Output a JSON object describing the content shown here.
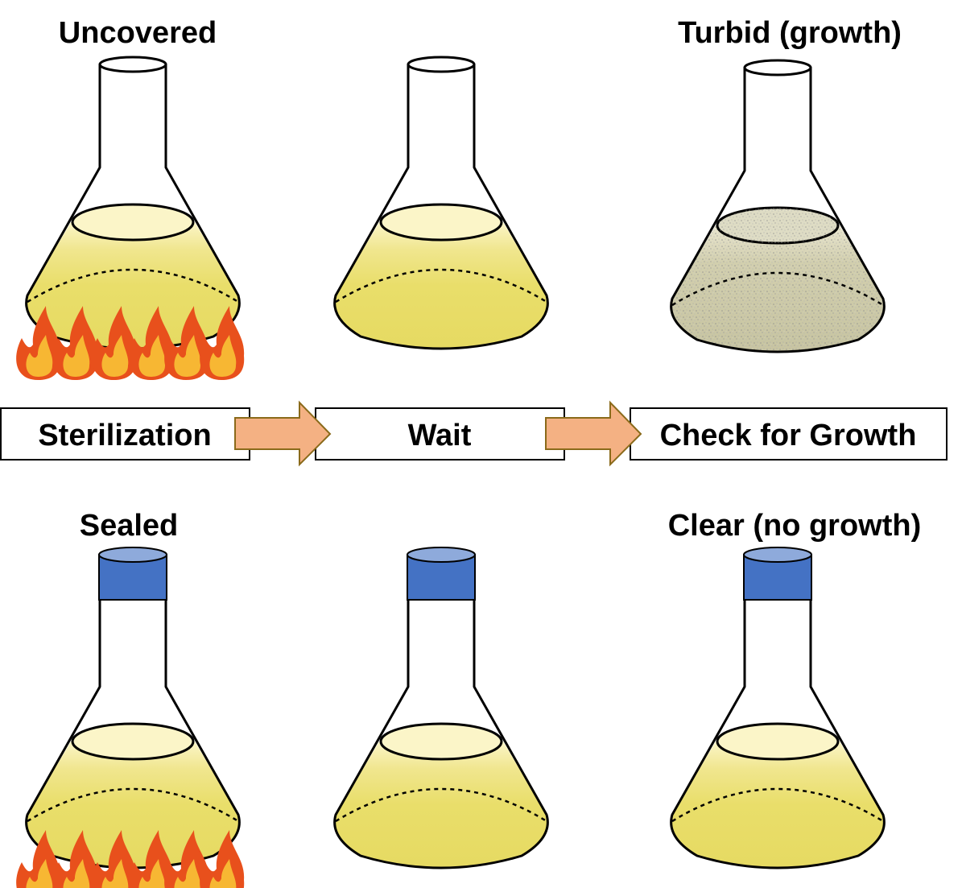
{
  "labels": {
    "top_left": "Uncovered",
    "top_right": "Turbid (growth)",
    "bottom_left": "Sealed",
    "bottom_right": "Clear (no growth)"
  },
  "steps": [
    {
      "label": "Sterilization"
    },
    {
      "label": "Wait"
    },
    {
      "label": "Check for Growth"
    }
  ],
  "colors": {
    "broth": "#e9de6a",
    "broth_light": "#fbf5c8",
    "turbid": "#c9c7a4",
    "cap": "#4472c4",
    "cap_top": "#8eaadb",
    "arrow": "#f4b183",
    "flame_outer": "#e8501c",
    "flame_inner": "#f7b733"
  },
  "icons": {
    "flame": "flame-icon",
    "arrow": "right-arrow-icon"
  }
}
